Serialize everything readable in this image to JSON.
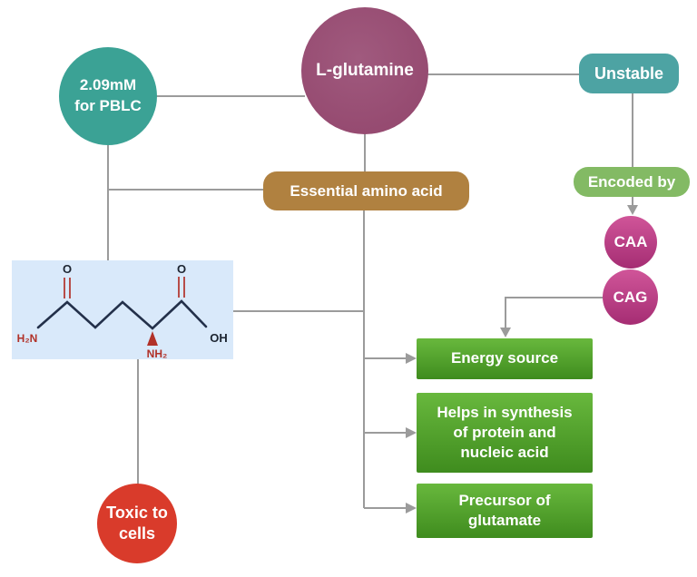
{
  "diagram": {
    "topic": "L-glutamine concept map",
    "nodes": {
      "pblc": {
        "line1": "2.09mM",
        "line2": "for PBLC"
      },
      "lglutamine": {
        "label": "L-glutamine"
      },
      "unstable": {
        "label": "Unstable"
      },
      "encoded_by": {
        "label": "Encoded by"
      },
      "caa": {
        "label": "CAA"
      },
      "cag": {
        "label": "CAG"
      },
      "essential": {
        "label": "Essential amino acid"
      },
      "toxic": {
        "line1": "Toxic to",
        "line2": "cells"
      },
      "energy": {
        "label": "Energy source"
      },
      "synthesis": {
        "label": "Helps in synthesis of protein and nucleic acid"
      },
      "precursor": {
        "label": "Precursor of glutamate"
      }
    },
    "molecule": {
      "name": "glutamine-structure",
      "o_left": "O",
      "o_right": "O",
      "h2n": "H₂N",
      "nh2": "NH₂",
      "oh": "OH"
    },
    "palette": {
      "teal_circle": "#3ba295",
      "purple_circle": "#964b71",
      "unstable_teal": "#4da3a3",
      "encoded_green": "#83ba64",
      "codon_pink_top": "#d05599",
      "codon_pink_bottom": "#a52d73",
      "essential_brown": "#b08140",
      "green_box_top": "#68b83d",
      "green_box_bottom": "#3f8c1e",
      "toxic_red": "#d93b2b",
      "chem_box_blue": "#d9e9fa",
      "connector_gray": "#9b9b9b",
      "bond_navy": "#23304a",
      "bond_red": "#b13128"
    }
  }
}
